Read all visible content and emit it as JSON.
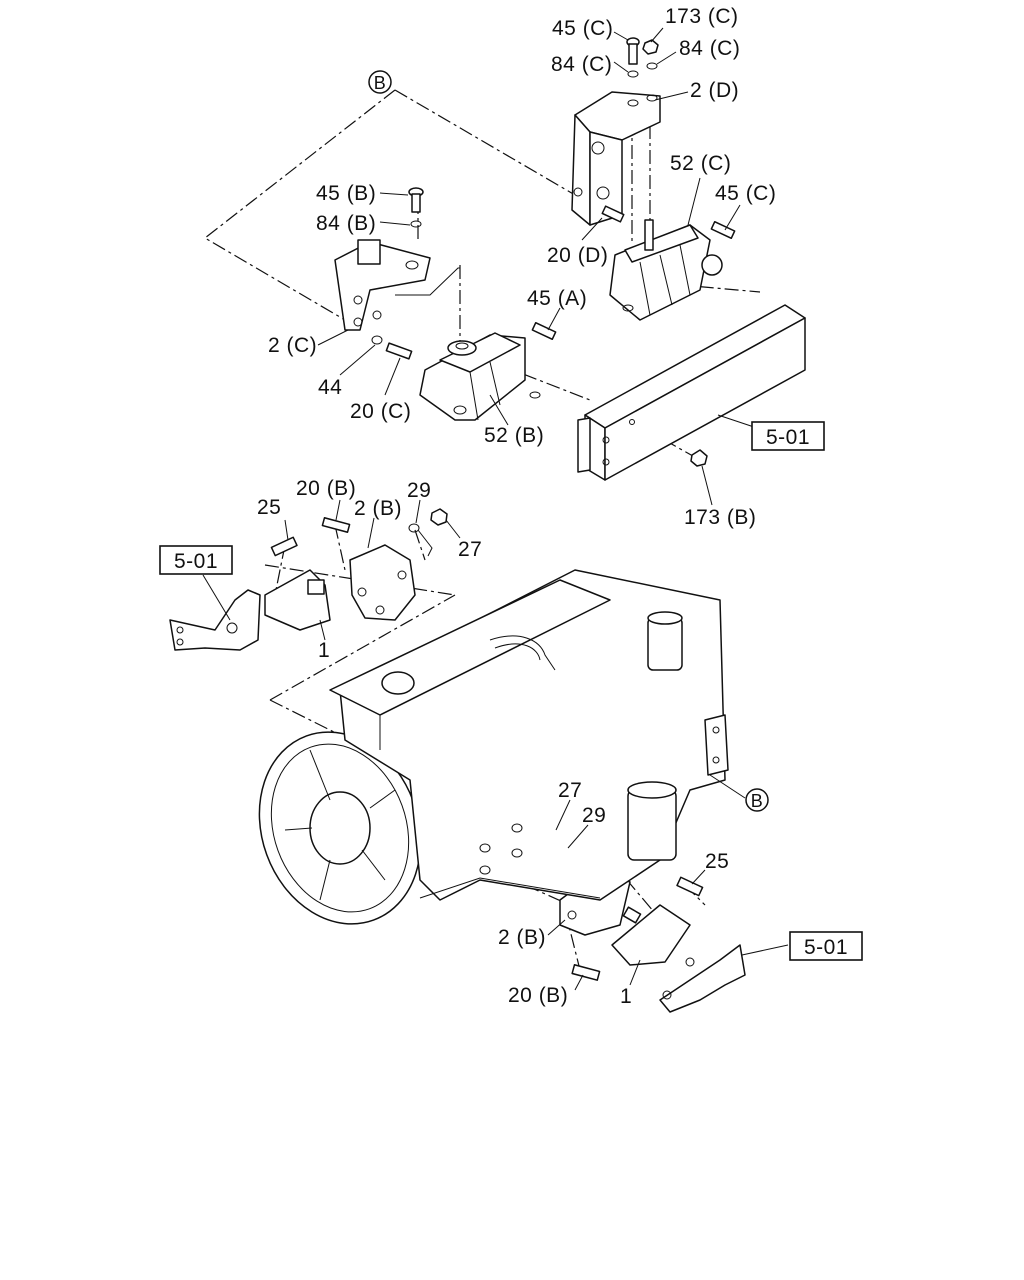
{
  "labels": {
    "l45c_top": "45 (C)",
    "l173c": "173 (C)",
    "l84c_left": "84 (C)",
    "l84c_right": "84 (C)",
    "l2d": "2 (D)",
    "l52c": "52 (C)",
    "l45c_right": "45 (C)",
    "l45b": "45 (B)",
    "l84b": "84 (B)",
    "l20d": "20 (D)",
    "l45a": "45 (A)",
    "l2c": "2 (C)",
    "l44": "44",
    "l20c": "20 (C)",
    "l52b": "52 (B)",
    "l173b": "173 (B)",
    "l20b_top": "20 (B)",
    "l25_top": "25",
    "l2b_top": "2 (B)",
    "l29_top": "29",
    "l27_top": "27",
    "l1_top": "1",
    "l27_bot": "27",
    "l29_bot": "29",
    "l25_bot": "25",
    "l2b_bot": "2 (B)",
    "l20b_bot": "20 (B)",
    "l1_bot": "1"
  },
  "refs": {
    "ref_frame": "5-01",
    "ref_left": "5-01",
    "ref_right": "5-01"
  },
  "callouts": {
    "b_top": "B",
    "b_right": "B"
  }
}
